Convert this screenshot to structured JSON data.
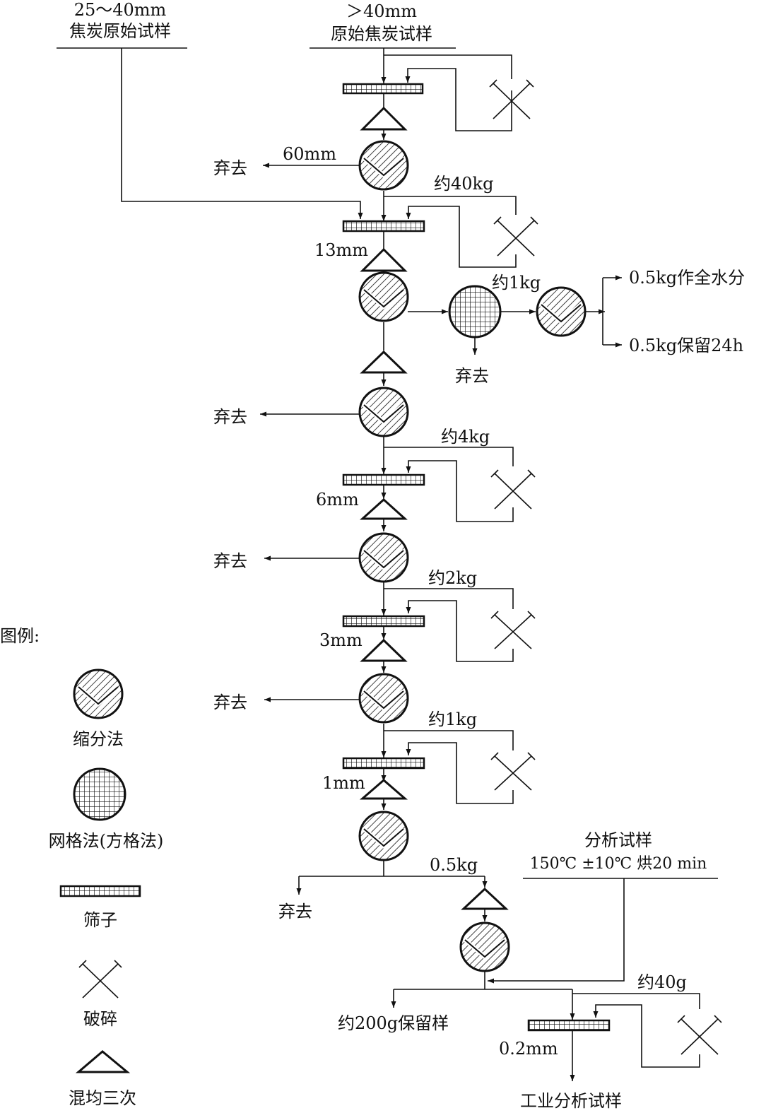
{
  "inputs": {
    "coke_25_40_size": "25～40mm",
    "coke_25_40_name": "焦炭原始试样",
    "coke_gt40_size": "＞40mm",
    "coke_gt40_name": "原始焦炭试样"
  },
  "labels": {
    "discard": "弃去",
    "sieve_60mm": "60mm",
    "sieve_13mm": "13mm",
    "sieve_6mm": "6mm",
    "sieve_3mm": "3mm",
    "sieve_1mm": "1mm",
    "sieve_0_2mm": "0.2mm",
    "about_40kg": "约40kg",
    "about_1kg_a": "约1kg",
    "about_4kg": "约4kg",
    "about_2kg": "约2kg",
    "about_1kg_b": "约1kg",
    "half_kg": "0.5kg",
    "about_40g": "约40g",
    "total_moisture": "0.5kg作全水分",
    "keep_24h": "0.5kg保留24h",
    "keep_200g": "约200g保留样",
    "analysis_sample": "分析试样",
    "drying": "150℃ ±10℃ 烘20 min",
    "industrial_sample": "工业分析试样"
  },
  "legend": {
    "title": "图例:",
    "reduction": "缩分法",
    "grid": "网格法(方格法)",
    "sieve": "筛子",
    "crush": "破碎",
    "mix": "混均三次"
  }
}
